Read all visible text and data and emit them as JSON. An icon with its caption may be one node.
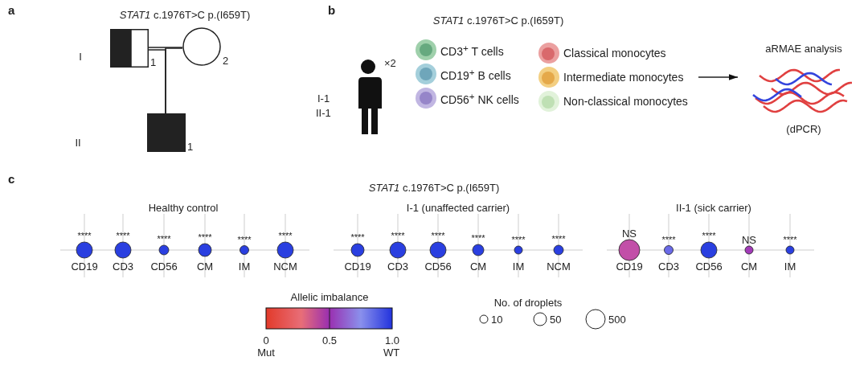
{
  "diagram": {
    "nodes": [
      {
        "text": [],
        "shape": "box",
        "beside": [
          "1"
        ]
      },
      {
        "text": [],
        "shape": "circle",
        "beside": [
          "2"
        ]
      },
      {
        "text": [],
        "shape": "box",
        "beside": [
          "1"
        ]
      },
      {
        "text": [
          "CD3$^{+}$ T cells"
        ]
      },
      {
        "text": [
          "CD19$^{+}$ B cells"
        ]
      },
      {
        "text": [
          "CD56$^{+}$ NK cells"
        ]
      },
      {
        "text": [
          "Classical monocytes"
        ]
      },
      {
        "text": [
          "Intermediate monocytes"
        ]
      },
      {
        "text": [
          "Non-classical monocytes"
        ]
      },
      {
        "text": [
          "aRMAE analysis",
          "(dPCR)"
        ]
      }
    ],
    "edges": [
      {
        "from": 0,
        "to": 1,
        "arrow": "none"
      },
      {
        "from": 0,
        "to": 2,
        "arrow": "none"
      },
      {
        "from": 1,
        "to": 2,
        "arrow": "none"
      },
      {
        "from": 7,
        "to": 9,
        "arrow": "to"
      }
    ],
    "labels": [
      "a",
      "*STAT1* c.1976T>C p.(I659T)",
      "I",
      "II",
      "b",
      "*STAT1* c.1976T>C p.(I659T)",
      "×2",
      "I-1",
      "II-1",
      "c",
      "*STAT1* c.1976T>C p.(I659T)",
      "Healthy control",
      "I-1 (unaffected carrier)",
      "II-1 (sick carrier)",
      "****",
      "****",
      "****",
      "****",
      "****",
      "****",
      "****",
      "****",
      "****",
      "****",
      "****",
      "****",
      "NS",
      "****",
      "****",
      "NS",
      "****",
      "CD19",
      "CD3",
      "CD56",
      "CM",
      "IM",
      "NCM",
      "CD19",
      "CD3",
      "CD56",
      "CM",
      "IM",
      "NCM",
      "CD19",
      "CD3",
      "CD56",
      "CM",
      "IM",
      "Allelic imbalance",
      "No. of droplets",
      "0",
      "0.5",
      "1.0",
      "Mut",
      "WT"
    ],
    "legend": [
      {
        "text": "10"
      },
      {
        "text": "50"
      },
      {
        "text": "500"
      }
    ]
  }
}
